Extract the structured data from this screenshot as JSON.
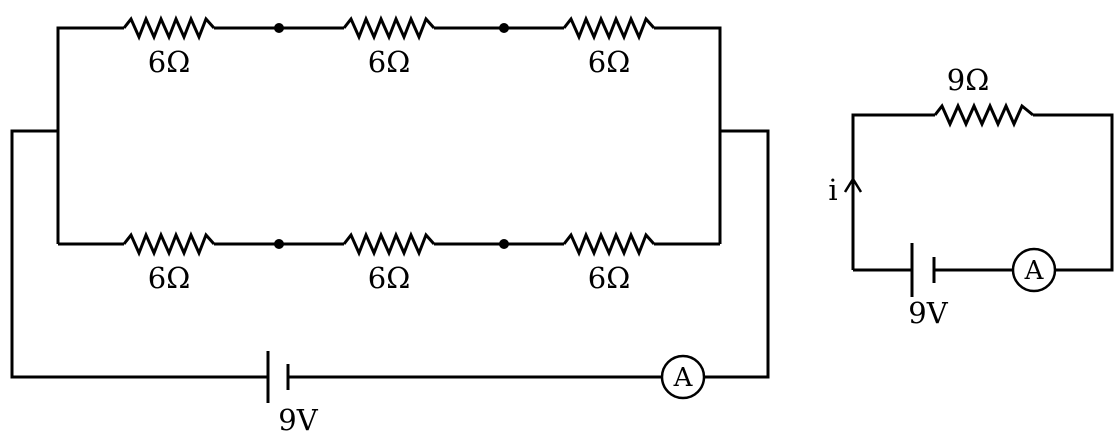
{
  "left_circuit": {
    "top_branch": {
      "resistors": [
        "6Ω",
        "6Ω",
        "6Ω"
      ]
    },
    "bottom_branch": {
      "resistors": [
        "6Ω",
        "6Ω",
        "6Ω"
      ]
    },
    "battery": "9V",
    "meter": "A"
  },
  "right_circuit": {
    "resistor": "9Ω",
    "current": "i",
    "battery": "9V",
    "meter": "A"
  }
}
